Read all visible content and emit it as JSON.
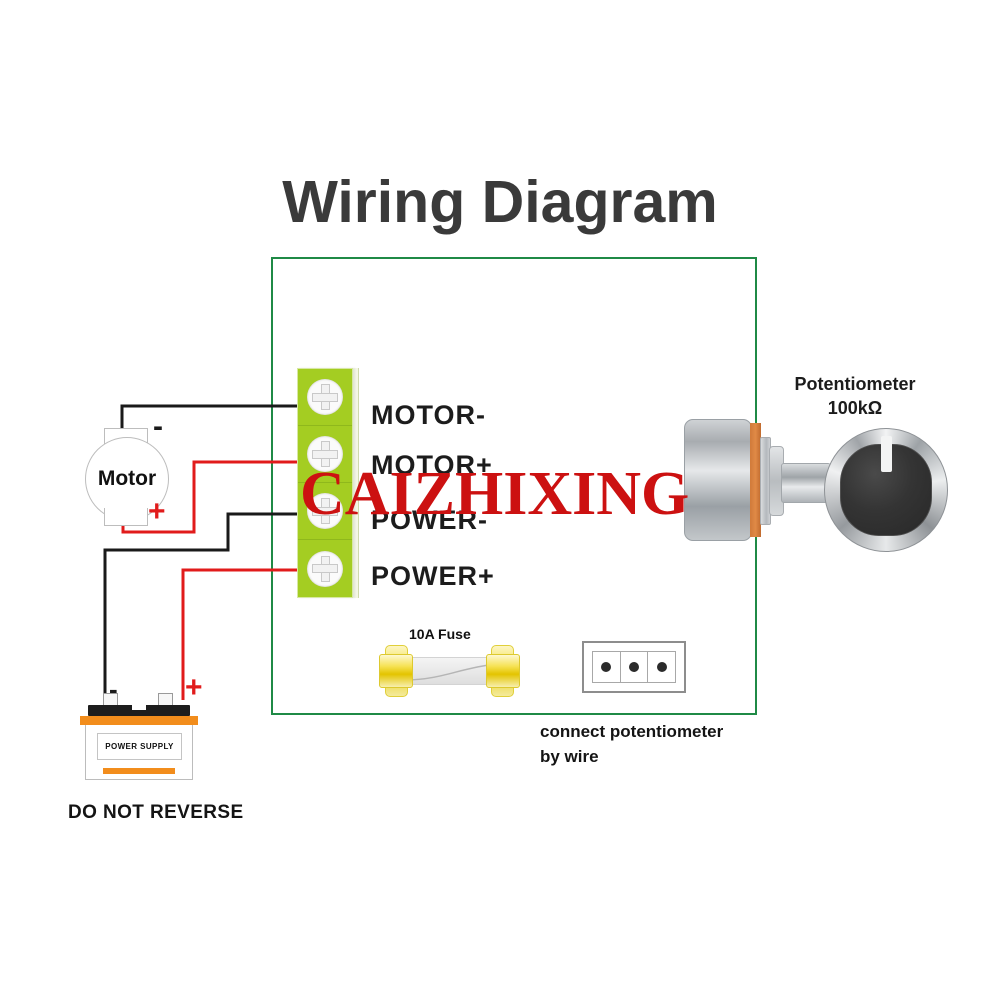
{
  "page": {
    "title": "Wiring Diagram",
    "background_color": "#ffffff"
  },
  "colors": {
    "board_outline": "#1f8a46",
    "terminal_block": "#a4cd22",
    "positive_wire": "#e11b1b",
    "negative_wire": "#1a1a1a",
    "battery_accent": "#f28d1c",
    "watermark": "#cc1111",
    "fuse_cap": "#e8d21e",
    "potentiometer_ring": "#d07a3a"
  },
  "controller": {
    "terminals": [
      {
        "label": "MOTOR-",
        "screw": "phillips-screw"
      },
      {
        "label": "MOTOR+",
        "screw": "phillips-screw"
      },
      {
        "label": "POWER-",
        "screw": "phillips-screw"
      },
      {
        "label": "POWER+",
        "screw": "phillips-screw"
      }
    ]
  },
  "motor": {
    "label": "Motor",
    "negative_sign": "-",
    "positive_sign": "+"
  },
  "battery": {
    "label": "POWER SUPPLY",
    "warning": "DO NOT REVERSE",
    "negative_sign": "-",
    "positive_sign": "+"
  },
  "fuse": {
    "label": "10A Fuse"
  },
  "connector": {
    "note_line1": "connect potentiometer",
    "note_line2": "by wire",
    "pin_count": 3
  },
  "potentiometer": {
    "label_line1": "Potentiometer",
    "label_line2": "100kΩ"
  },
  "watermark": {
    "text": "CAIZHIXING"
  }
}
